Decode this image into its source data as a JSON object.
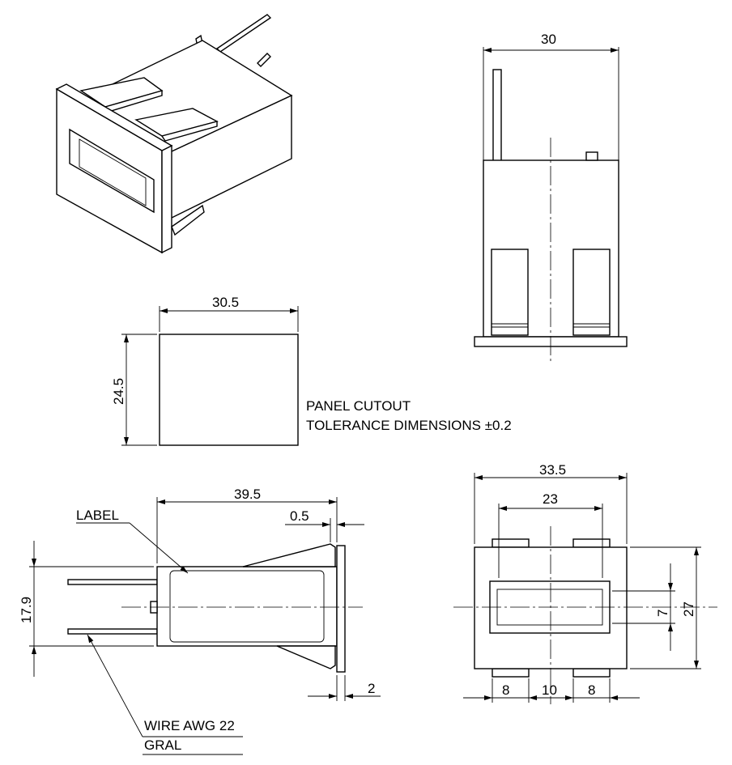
{
  "dimensions": {
    "top_width": "30",
    "cutout_width": "30.5",
    "cutout_height": "24.5",
    "side_length": "39.5",
    "side_bezel": "0.5",
    "side_height": "17.9",
    "side_flange": "2",
    "front_width": "33.5",
    "front_window": "23",
    "front_window_h": "7",
    "front_height": "27",
    "front_tab_left": "8",
    "front_tab_gap": "10",
    "front_tab_right": "8"
  },
  "notes": {
    "panel_cutout": "PANEL CUTOUT",
    "tolerance": "TOLERANCE DIMENSIONS ±0.2",
    "label": "LABEL",
    "wire": "WIRE AWG 22",
    "gral": "GRAL"
  }
}
